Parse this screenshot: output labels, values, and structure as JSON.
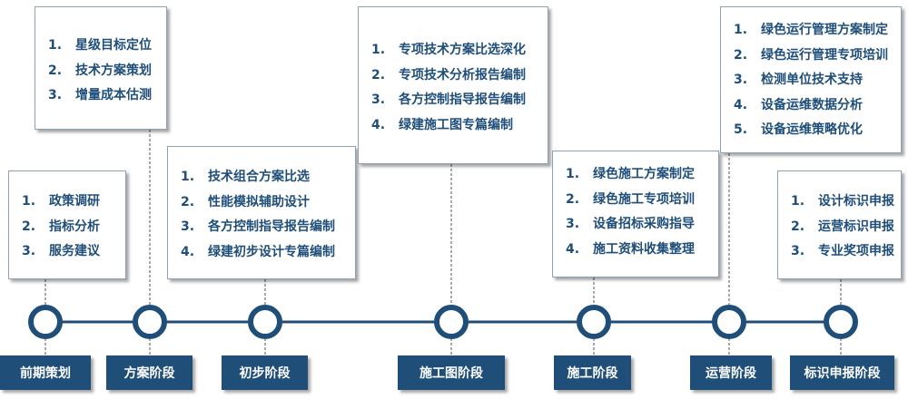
{
  "stages": [
    {
      "label": "前期策划",
      "items": [
        "政策调研",
        "指标分析",
        "服务建议"
      ]
    },
    {
      "label": "方案阶段",
      "items": [
        "星级目标定位",
        "技术方案策划",
        "增量成本估测"
      ]
    },
    {
      "label": "初步阶段",
      "items": [
        "技术组合方案比选",
        "性能模拟辅助设计",
        "各方控制指导报告编制",
        "绿建初步设计专篇编制"
      ]
    },
    {
      "label": "施工图阶段",
      "items": [
        "专项技术方案比选深化",
        "专项技术分析报告编制",
        "各方控制指导报告编制",
        "绿建施工图专篇编制"
      ]
    },
    {
      "label": "施工阶段",
      "items": [
        "绿色施工方案制定",
        "绿色施工专项培训",
        "设备招标采购指导",
        "施工资料收集整理"
      ]
    },
    {
      "label": "运营阶段",
      "items": [
        "绿色运行管理方案制定",
        "绿色运行管理专项培训",
        "检测单位技术支持",
        "设备运维数据分析",
        "设备运维策略优化"
      ]
    },
    {
      "label": "标识申报阶段",
      "items": [
        "设计标识申报",
        "运营标识申报",
        "专业奖项申报"
      ]
    }
  ],
  "colors": {
    "primary": "#1f4e79",
    "line": "#1f4e79",
    "card_border": "#8ea2b4"
  }
}
